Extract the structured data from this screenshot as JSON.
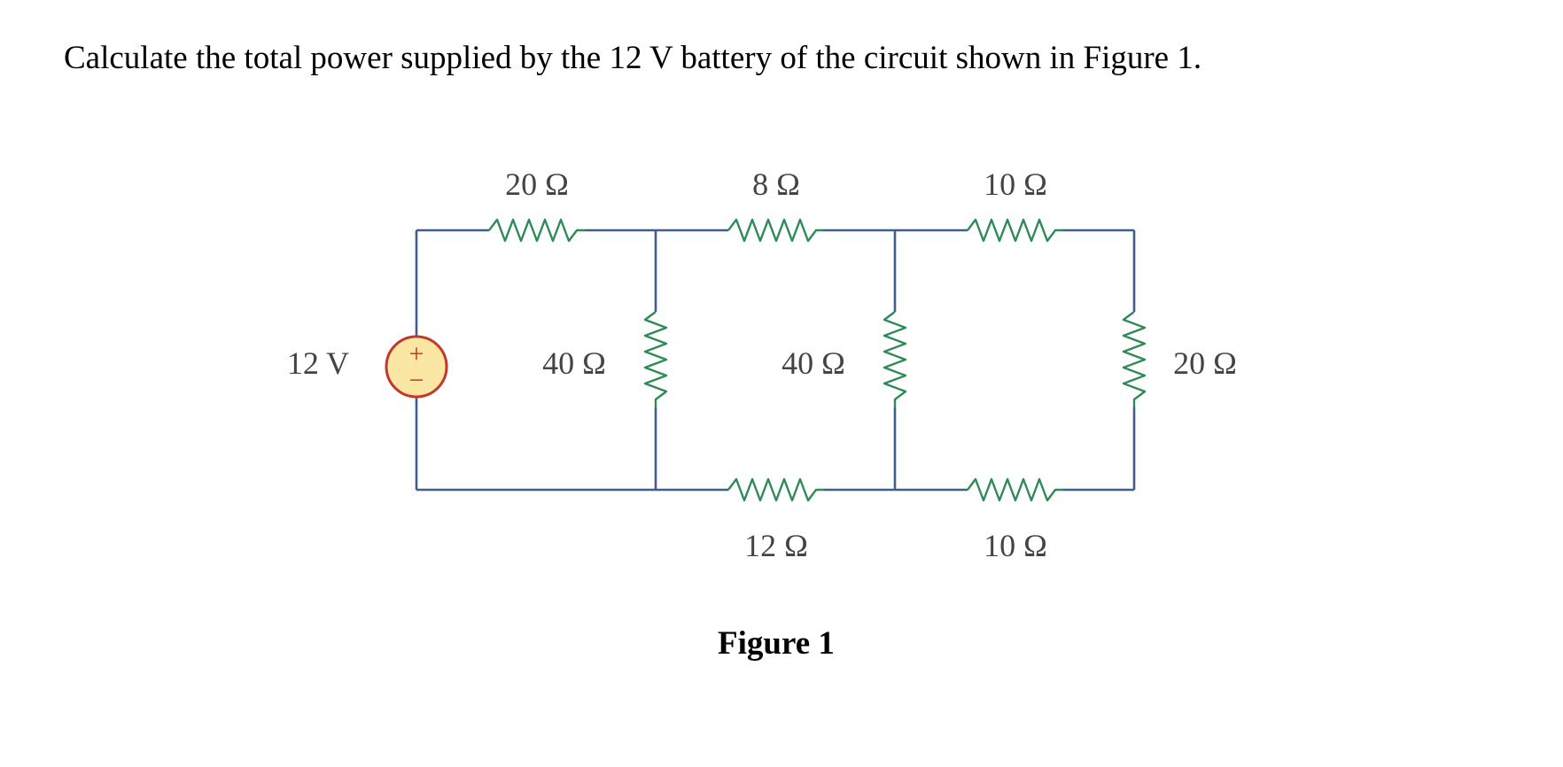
{
  "question": "Calculate the total power supplied by the 12 V battery of the circuit shown in Figure 1.",
  "colors": {
    "wire": "#3d5f8a",
    "resistor": "#2e8b57",
    "source_fill": "#fbe6a4",
    "source_stroke": "#c0392b",
    "label": "#444444",
    "caption": "#000000"
  },
  "circuit": {
    "source": {
      "label": "12 V",
      "plus": "+",
      "minus": "−"
    },
    "r_top_1": {
      "label": "20 Ω"
    },
    "r_top_2": {
      "label": "8 Ω"
    },
    "r_top_3": {
      "label": "10 Ω"
    },
    "r_vert_1": {
      "label": "40 Ω"
    },
    "r_vert_2": {
      "label": "40 Ω"
    },
    "r_vert_3": {
      "label": "20 Ω"
    },
    "r_bottom_1": {
      "label": "12 Ω"
    },
    "r_bottom_2": {
      "label": "10 Ω"
    }
  },
  "figure_caption": "Figure 1"
}
